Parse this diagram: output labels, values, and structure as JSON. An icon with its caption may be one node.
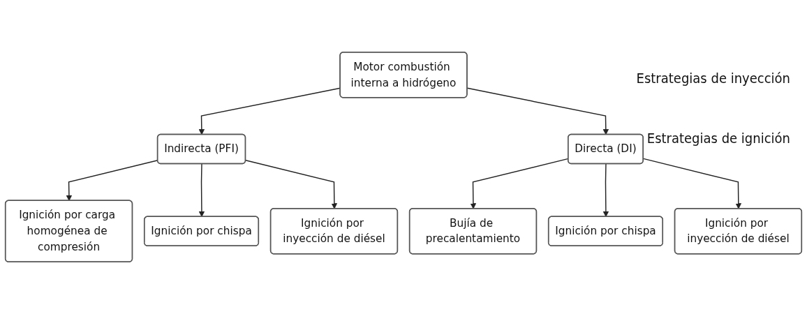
{
  "diagram": {
    "nodes": [
      {
        "text": [
          "Motor combustión interna a hidrógeno"
        ]
      },
      {
        "text": [
          "Indirecta (PFI)"
        ]
      },
      {
        "text": [
          "Directa (DI)"
        ]
      },
      {
        "text": [
          "Ignición por carga homogénea de compresión"
        ]
      },
      {
        "text": [
          "Ignición por chispa"
        ]
      },
      {
        "text": [
          "Ignición por inyección de diésel"
        ]
      },
      {
        "text": [
          "Bujía de precalentamiento"
        ]
      },
      {
        "text": [
          "Ignición por chispa"
        ]
      },
      {
        "text": [
          "Ignición por inyección de diésel"
        ]
      }
    ],
    "edges": [
      {
        "from": 0,
        "to": 1,
        "arrow": "to"
      },
      {
        "from": 0,
        "to": 2,
        "arrow": "to"
      },
      {
        "from": 1,
        "to": 3,
        "arrow": "to"
      },
      {
        "from": 1,
        "to": 4,
        "arrow": "to"
      },
      {
        "from": 1,
        "to": 5,
        "arrow": "to"
      },
      {
        "from": 2,
        "to": 6,
        "arrow": "to"
      },
      {
        "from": 2,
        "to": 7,
        "arrow": "to"
      },
      {
        "from": 2,
        "to": 8,
        "arrow": "to"
      }
    ],
    "labels": [
      "Estrategias de inyección",
      "Estrategias de ignición"
    ]
  }
}
